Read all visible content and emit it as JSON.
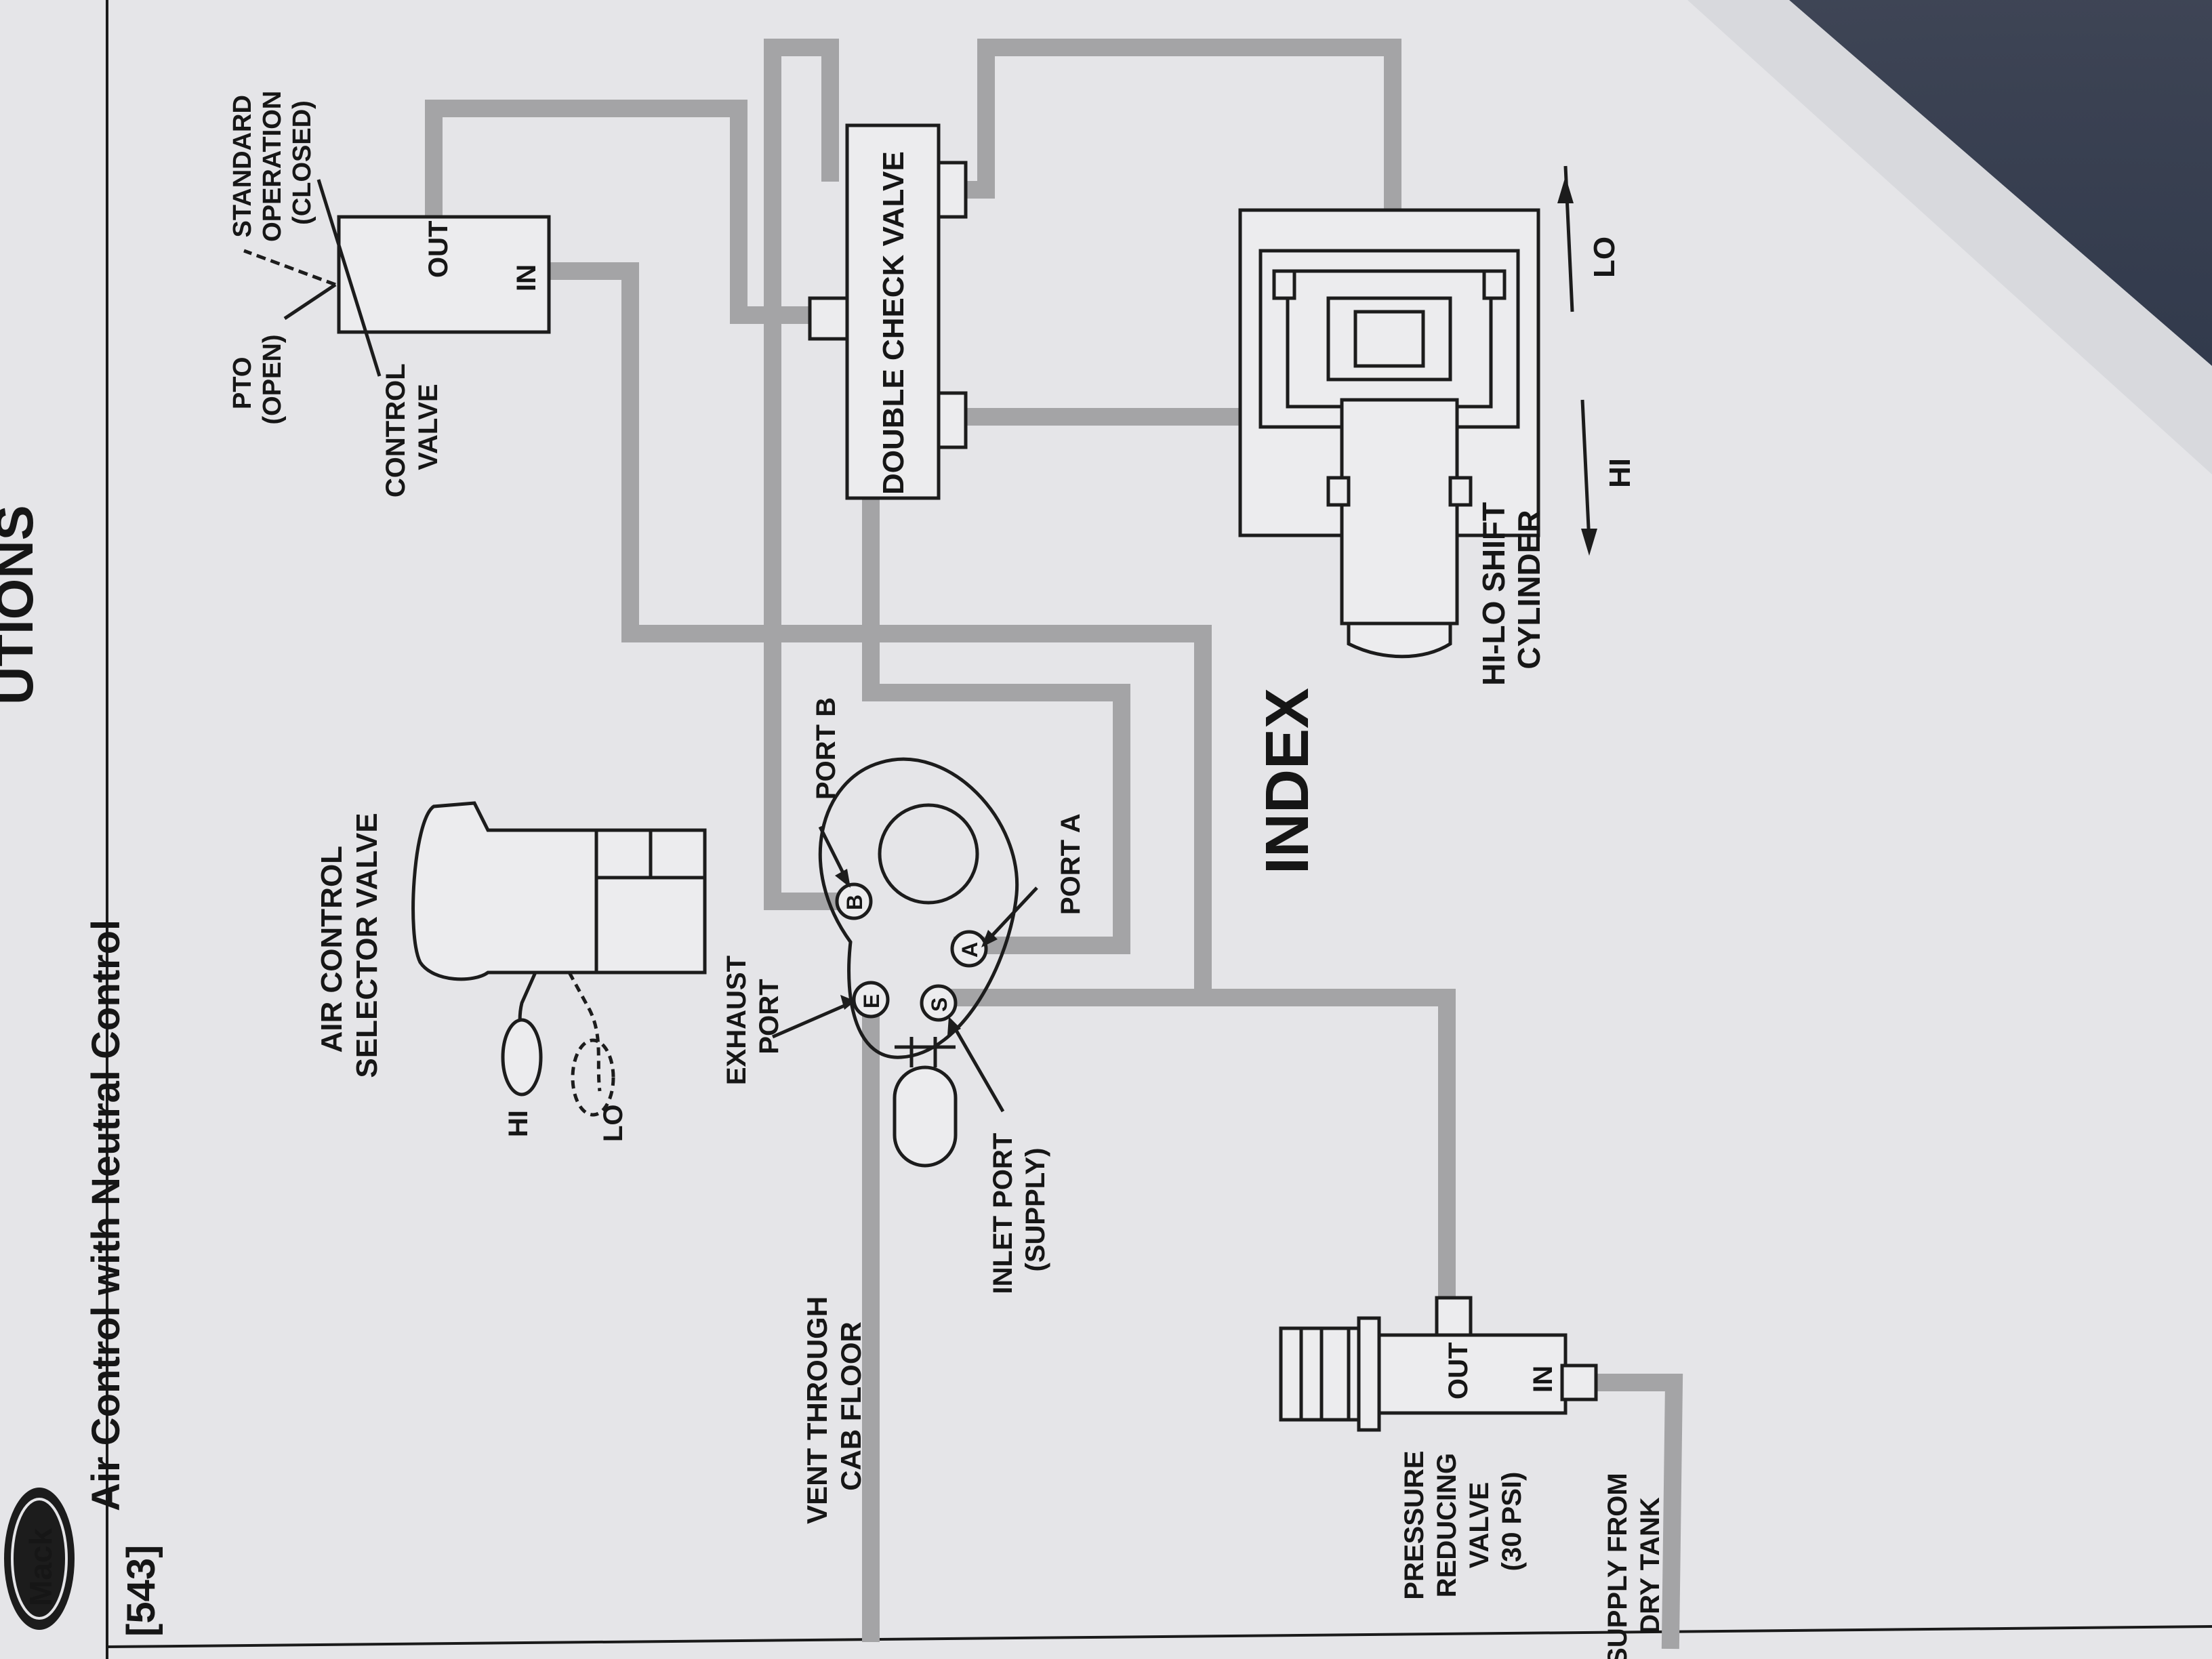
{
  "header": {
    "number": "[543]",
    "title": "Air Control with Neutral Control",
    "running_head": "UTIONS",
    "logo_text": "Mack"
  },
  "watermark": "INDEX",
  "labels": {
    "standard_operation": [
      "STANDARD",
      "OPERATION",
      "(CLOSED)"
    ],
    "pto_open": [
      "PTO",
      "(OPEN)"
    ],
    "control_valve": [
      "CONTROL",
      "VALVE"
    ],
    "control_valve_out": "OUT",
    "control_valve_in": "IN",
    "double_check_valve": "DOUBLE CHECK VALVE",
    "lo_arrow": "LO",
    "hi_arrow": "HI",
    "hi_lo_shift_cylinder": [
      "HI-LO SHIFT",
      "CYLINDER"
    ],
    "air_control_selector_valve": [
      "AIR CONTROL",
      "SELECTOR VALVE"
    ],
    "lever_hi": "HI",
    "lever_lo": "LO",
    "port_b": "PORT B",
    "port_a": "PORT A",
    "exhaust_port": [
      "EXHAUST",
      "PORT"
    ],
    "inlet_port": [
      "INLET PORT",
      "(SUPPLY)"
    ],
    "vent_through_cab_floor": [
      "VENT THROUGH",
      "CAB FLOOR"
    ],
    "pressure_reducing_valve": [
      "PRESSURE",
      "REDUCING",
      "VALVE",
      "(30 PSI)"
    ],
    "prv_out": "OUT",
    "prv_in": "IN",
    "supply_from_dry_tank": [
      "SUPPLY FROM",
      "DRY TANK"
    ],
    "port_letters": {
      "b": "B",
      "a": "A",
      "e": "E",
      "s": "S"
    }
  }
}
